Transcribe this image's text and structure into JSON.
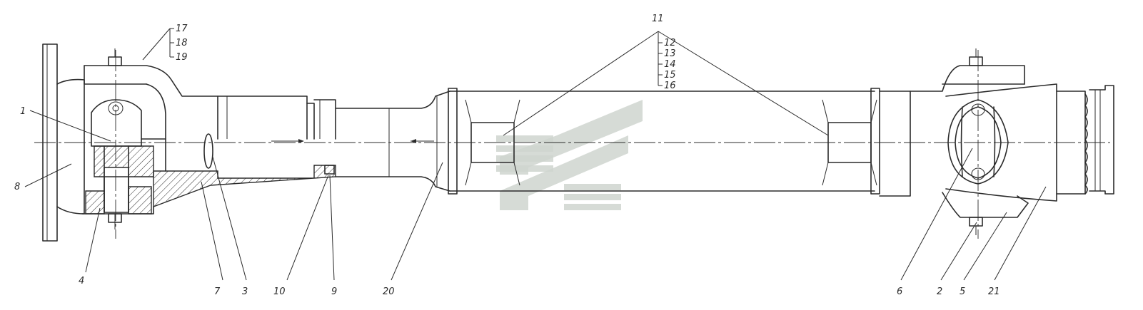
{
  "callouts": {
    "c1": "1",
    "c2": "2",
    "c3": "3",
    "c4": "4",
    "c5": "5",
    "c6": "6",
    "c7": "7",
    "c8": "8",
    "c9": "9",
    "c10": "10",
    "c11": "11",
    "c12": "12",
    "c13": "13",
    "c14": "14",
    "c15": "15",
    "c16": "16",
    "c17": "17",
    "c18": "18",
    "c19": "19",
    "c20": "20",
    "c21": "21"
  },
  "colors": {
    "line": "#2b2b2b",
    "watermark": "#cfd5cf",
    "background": "#ffffff"
  },
  "icons": {
    "watermark": "stylized-logo-icon"
  }
}
